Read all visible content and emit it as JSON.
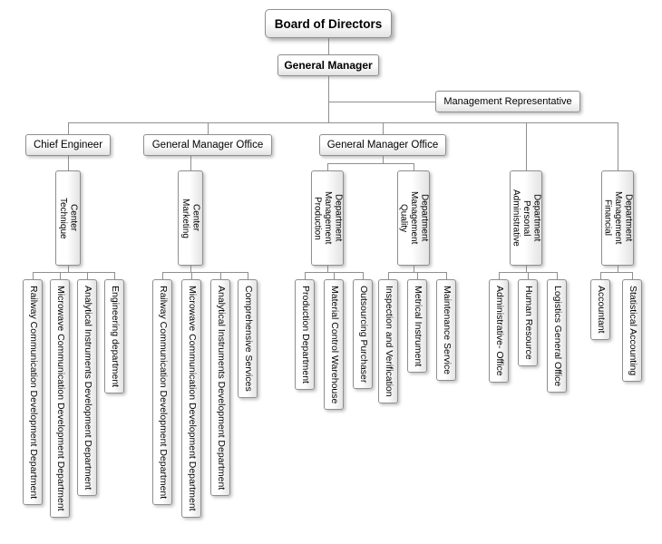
{
  "org": {
    "board": "Board of Directors",
    "general_manager": "General Manager",
    "management_representative": "Management Representative",
    "offices": [
      {
        "label": "Chief Engineer"
      },
      {
        "label": "General Manager Office"
      },
      {
        "label": "General Manager Office"
      }
    ],
    "departments": [
      {
        "label": "Technique\nCenter",
        "children": [
          "Railway Communication Development Department",
          "Microwave Communication Development Department",
          "Analytical Instruments Development Department",
          "Engineering department"
        ]
      },
      {
        "label": "Marketing\nCenter",
        "children": [
          "Railway Communication Development Department",
          "Microwave Communication Development Department",
          "Analytical Instruments Development Department",
          "Comprehensive Services"
        ]
      },
      {
        "label": "Production\nManagement\nDepartment",
        "children": [
          "Production Department",
          "Material Control Warehouse",
          "Outsourcing Purchaser"
        ]
      },
      {
        "label": "Quality\nManagement\nDepartment",
        "children": [
          "Inspection and Verification",
          "Metrical Instrument",
          "Maintenance Service"
        ]
      },
      {
        "label": "Administrative\nPersonal\nDepartment",
        "children": [
          "Administrative- Office",
          "Human Resource",
          "Logistics General Office"
        ]
      },
      {
        "label": "Financial\nManagement\nDepartment",
        "children": [
          "Accountant",
          "Statistical Accounting"
        ]
      }
    ]
  },
  "colors": {
    "box_border": "#8f8f8f",
    "connector_line": "#8f8f8f",
    "box_fill_top": "#ffffff",
    "box_fill_bottom": "#e3e3e3"
  }
}
